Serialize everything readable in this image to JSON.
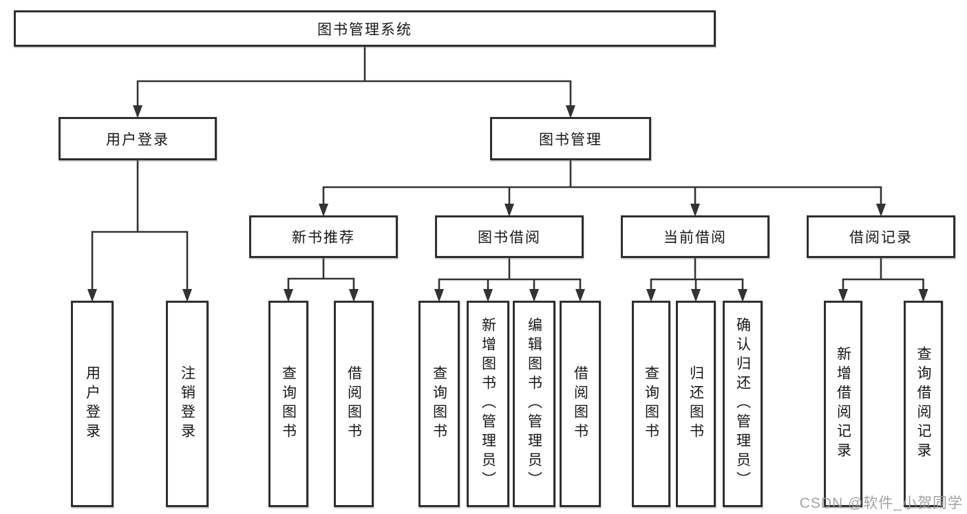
{
  "diagram": {
    "nodes": [
      {
        "id": "root",
        "label": "图书管理系统",
        "parent": null
      },
      {
        "id": "user-login",
        "label": "用户登录",
        "parent": "root"
      },
      {
        "id": "book-mgmt",
        "label": "图书管理",
        "parent": "root"
      },
      {
        "id": "new-books",
        "label": "新书推荐",
        "parent": "book-mgmt"
      },
      {
        "id": "borrow-books",
        "label": "图书借阅",
        "parent": "book-mgmt"
      },
      {
        "id": "current-borrow",
        "label": "当前借阅",
        "parent": "book-mgmt"
      },
      {
        "id": "borrow-records",
        "label": "借阅记录",
        "parent": "book-mgmt"
      },
      {
        "id": "leaf-user-login",
        "label": "用户登录",
        "parent": "user-login"
      },
      {
        "id": "leaf-logout",
        "label": "注销登录",
        "parent": "user-login"
      },
      {
        "id": "leaf-query-book-1",
        "label": "查询图书",
        "parent": "new-books"
      },
      {
        "id": "leaf-borrow-book-1",
        "label": "借阅图书",
        "parent": "new-books"
      },
      {
        "id": "leaf-query-book-2",
        "label": "查询图书",
        "parent": "borrow-books"
      },
      {
        "id": "leaf-add-book",
        "label": "新增图书（管理员）",
        "parent": "borrow-books"
      },
      {
        "id": "leaf-edit-book",
        "label": "编辑图书（管理员）",
        "parent": "borrow-books"
      },
      {
        "id": "leaf-borrow-book-2",
        "label": "借阅图书",
        "parent": "borrow-books"
      },
      {
        "id": "leaf-query-book-3",
        "label": "查询图书",
        "parent": "current-borrow"
      },
      {
        "id": "leaf-return-book",
        "label": "归还图书",
        "parent": "current-borrow"
      },
      {
        "id": "leaf-confirm-return",
        "label": "确认归还（管理员）",
        "parent": "current-borrow"
      },
      {
        "id": "leaf-add-record",
        "label": "新增借阅记录",
        "parent": "borrow-records"
      },
      {
        "id": "leaf-query-record",
        "label": "查询借阅记录",
        "parent": "borrow-records"
      }
    ]
  },
  "watermark": {
    "text": "CSDN @软件_小贺同学"
  },
  "colors": {
    "line": "#333333",
    "box_border": "#2f2f2f",
    "text": "#171717",
    "watermark": "#9b9b9b",
    "background": "#ffffff"
  }
}
